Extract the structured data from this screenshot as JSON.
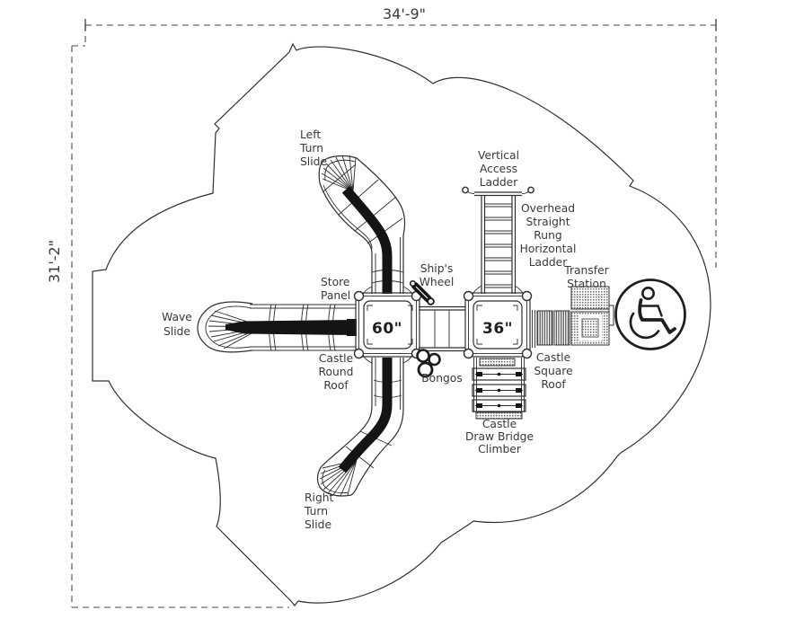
{
  "title": "Castle themed play structure plan view",
  "dimensions": {
    "width_label": "34'-9\"",
    "height_label": "31'-2\""
  },
  "platforms": {
    "large_deck": "60\"",
    "small_deck": "36\""
  },
  "labels": {
    "left_turn_slide": [
      "Left",
      "Turn",
      "Slide"
    ],
    "vertical_access_ladder": [
      "Vertical",
      "Access",
      "Ladder"
    ],
    "overhead_ladder": [
      "Overhead",
      "Straight",
      "Rung",
      "Horizontal",
      "Ladder"
    ],
    "transfer_station": [
      "Transfer",
      "Station"
    ],
    "ships_wheel": [
      "Ship's",
      "Wheel"
    ],
    "store_panel": [
      "Store",
      "Panel"
    ],
    "wave_slide": [
      "Wave",
      "Slide"
    ],
    "castle_round_roof": [
      "Castle",
      "Round",
      "Roof"
    ],
    "bongos": [
      "Bongos"
    ],
    "castle_square_roof": [
      "Castle",
      "Square",
      "Roof"
    ],
    "castle_draw_bridge_climber": [
      "Castle",
      "Draw Bridge",
      "Climber"
    ],
    "right_turn_slide": [
      "Right",
      "Turn",
      "Slide"
    ]
  },
  "icons": {
    "accessible": "wheelchair-accessible-symbol"
  },
  "colors": {
    "line": "#2f2f2f",
    "text": "#343a40",
    "slide_bed": "#141414",
    "hatch": "#555555",
    "background": "#ffffff"
  }
}
